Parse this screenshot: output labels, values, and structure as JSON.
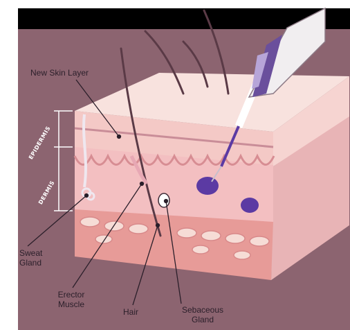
{
  "labels": {
    "new_skin_layer": "New Skin Layer",
    "epidermis": "EPIDERMIS",
    "dermis": "DERMIS",
    "sweat_gland_1": "Sweat",
    "sweat_gland_2": "Gland",
    "erector_muscle_1": "Erector",
    "erector_muscle_2": "Muscle",
    "hair": "Hair",
    "sebaceous_gland_1": "Sebaceous",
    "sebaceous_gland_2": "Gland"
  },
  "colors": {
    "background": "#8c6470",
    "top_bar": "#000000",
    "epidermis_top": "#f7dcd8",
    "dermis": "#f2b9b8",
    "deep_layer": "#e9a49f",
    "probe_body": "#f1eef0",
    "probe_tip": "#6a4f9c",
    "gland": "#5b3aa3"
  }
}
